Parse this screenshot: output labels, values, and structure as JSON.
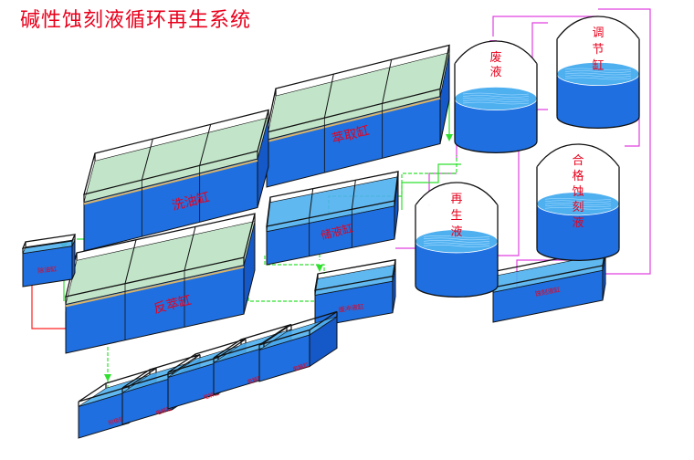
{
  "title": "碱性蚀刻液循环再生系统",
  "colors": {
    "water_top": "#4fb0f0",
    "water_side": "#1f6fe0",
    "water_side_dark": "#1558c8",
    "green_fill": "#bfe4c6",
    "label_red": "#e8001c",
    "pipe_green": "#2fe02f",
    "pipe_magenta": "#e040e0",
    "pipe_red": "#ff2020",
    "outline": "#111111"
  },
  "tanks": {
    "t1": "萃取缸",
    "t2": "洗油缸",
    "t3": "储液缸",
    "t4": "反萃缸",
    "t5": "除油缸",
    "t6": "缓冲液缸",
    "t7": "蚀刻液缸",
    "e1": "阳极缸",
    "e2": "电解缸",
    "e3": "电解缸",
    "e4": "电解缸",
    "e5": "电解缸"
  },
  "cylinders": {
    "c1": [
      "废",
      "液"
    ],
    "c2": [
      "调",
      "节",
      "缸"
    ],
    "c3": [
      "再",
      "生",
      "液"
    ],
    "c4": [
      "合",
      "格",
      "蚀",
      "刻",
      "液"
    ]
  }
}
